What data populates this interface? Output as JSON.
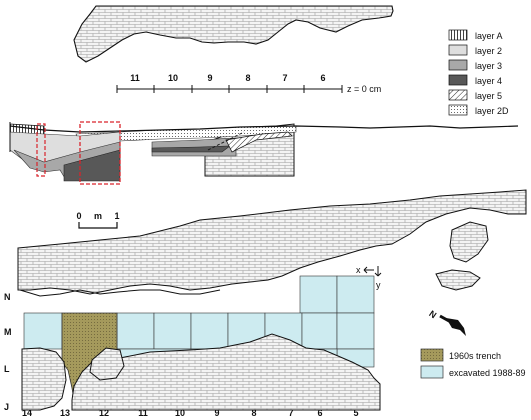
{
  "section": {
    "column_labels": [
      "11",
      "10",
      "9",
      "8",
      "7",
      "6"
    ],
    "datum_label": "z = 0 cm"
  },
  "layer_legend": [
    {
      "label": "layer A",
      "pattern": "vertical-hatch"
    },
    {
      "label": "layer 2",
      "color": "#dedede"
    },
    {
      "label": "layer 3",
      "color": "#a8a8a8"
    },
    {
      "label": "layer 4",
      "color": "#585858"
    },
    {
      "label": "layer 5",
      "pattern": "diagonal-hatch"
    },
    {
      "label": "layer 2D",
      "pattern": "dotted"
    }
  ],
  "scale_bar": {
    "labels": [
      "0",
      "m",
      "1"
    ]
  },
  "axes_indicator": {
    "x_label": "x",
    "y_label": "y"
  },
  "north_arrow": {
    "label": "N",
    "icon": "north-arrow-icon"
  },
  "plan": {
    "row_labels": [
      "N",
      "M",
      "L",
      "J"
    ],
    "column_labels": [
      "14",
      "13",
      "12",
      "11",
      "10",
      "9",
      "8",
      "7",
      "6",
      "5"
    ]
  },
  "plan_legend": [
    {
      "label": "1960s trench",
      "color": "#a59a5c"
    },
    {
      "label": "excavated 1988-89",
      "color": "#cdebf0"
    }
  ],
  "colors": {
    "brick_fill": "#f4f4f4",
    "brick_line": "#9a9a9a",
    "trench": "#a59a5c",
    "excavated": "#cdebf0",
    "dashed_box": "#d9232b"
  }
}
